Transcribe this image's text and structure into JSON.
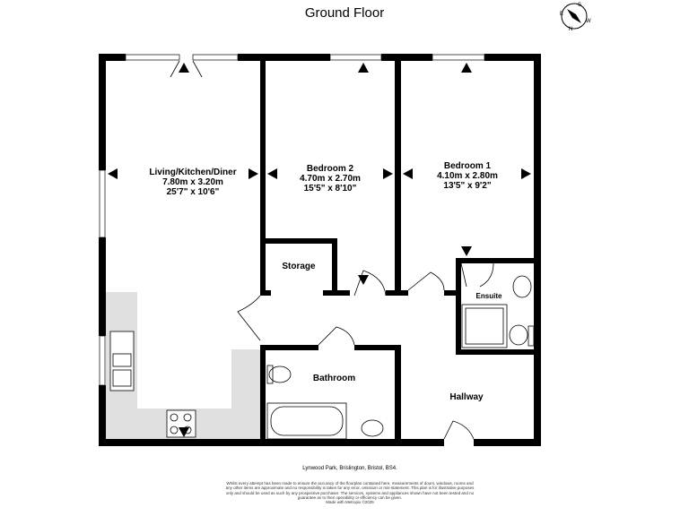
{
  "title": "Ground Floor",
  "compass": {
    "labels": [
      "S",
      "W",
      "N",
      "E"
    ]
  },
  "rooms": [
    {
      "name": "Living/Kitchen/Diner",
      "metric": "7.80m  x 3.20m",
      "imperial": "25'7\"  x 10'6\""
    },
    {
      "name": "Bedroom 2",
      "metric": "4.70m  x 2.70m",
      "imperial": "15'5\"  x 8'10\""
    },
    {
      "name": "Bedroom 1",
      "metric": "4.10m  x 2.80m",
      "imperial": "13'5\"  x 9'2\""
    },
    {
      "name": "Storage"
    },
    {
      "name": "Ensuite"
    },
    {
      "name": "Bathroom"
    },
    {
      "name": "Hallway"
    }
  ],
  "address": "Lynwood Park, Brislington, Bristol, BS4.",
  "disclaimer": "Whilst every attempt has been made to ensure the accuracy of the floorplan contained here, measurements of doors, windows, rooms and any other items are approximate and no responsibility is taken for any error, omission or mis-statement. This plan is for illustrative purposes only and should be used as such by any prospective purchaser. The services, systems and appliances shown have not been tested and no guarantee as to their operability or efficiency can be given.",
  "credit": "Made with Metropix ©2025",
  "colors": {
    "wall": "#000000",
    "kitchen": "#e0e0e0"
  }
}
